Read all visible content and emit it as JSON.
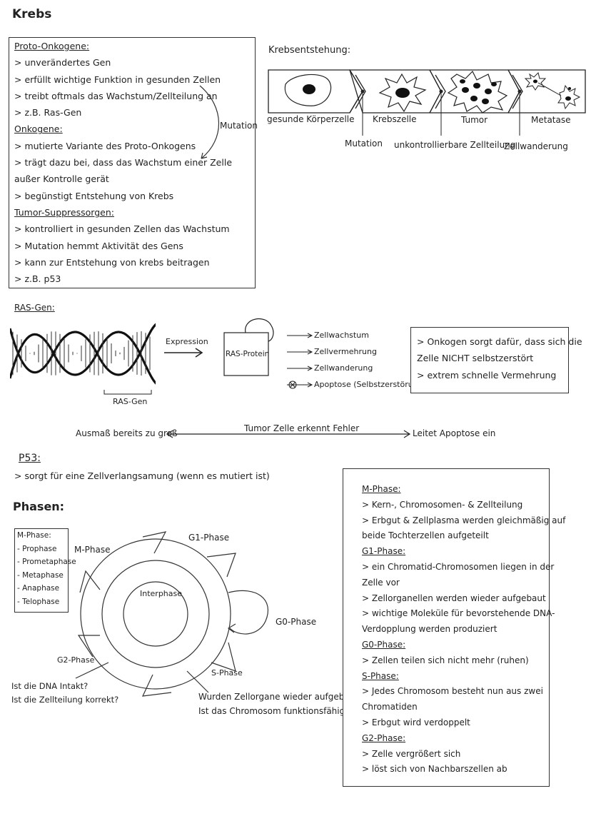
{
  "page_title": "Krebs",
  "onko_box": {
    "lines": [
      {
        "text": "Proto-Onkogene:",
        "heading": true
      },
      {
        "text": "> unverändertes Gen",
        "heading": false
      },
      {
        "text": "> erfüllt wichtige Funktion in gesunden Zellen",
        "heading": false
      },
      {
        "text": "> treibt oftmals das Wachstum/Zellteilung an",
        "heading": false
      },
      {
        "text": "> z.B. Ras-Gen",
        "heading": false
      },
      {
        "text": "Onkogene:",
        "heading": true
      },
      {
        "text": "> mutierte Variante des Proto-Onkogens",
        "heading": false
      },
      {
        "text": "> trägt dazu bei, dass das Wachstum einer Zelle",
        "heading": false
      },
      {
        "text": "außer Kontrolle gerät",
        "heading": false
      },
      {
        "text": "> begünstigt Entstehung von Krebs",
        "heading": false
      },
      {
        "text": "Tumor-Suppressorgen:",
        "heading": true
      },
      {
        "text": "> kontrolliert in gesunden Zellen das Wachstum",
        "heading": false
      },
      {
        "text": "> Mutation hemmt Aktivität des Gens",
        "heading": false
      },
      {
        "text": "> kann zur Entstehung von krebs beitragen",
        "heading": false
      },
      {
        "text": "> z.B. p53",
        "heading": false
      }
    ],
    "mutation_label": "Mutation"
  },
  "krebsentstehung": {
    "title": "Krebsentstehung:",
    "stages": [
      "gesunde Körperzelle",
      "Krebszelle",
      "Tumor",
      "Metatase"
    ],
    "transitions": [
      "Mutation",
      "unkontrollierbare Zellteilung",
      "Zellwanderung"
    ]
  },
  "ras": {
    "title": "RAS-Gen:",
    "gene_label": "RAS-Gen",
    "expression_label": "Expression",
    "protein_label": "RAS-Protein",
    "effects": [
      "Zellwachstum",
      "Zellvermehrung",
      "Zellwanderung",
      "Apoptose (Selbstzerstörung)"
    ],
    "note_lines": [
      "> Onkogen sorgt dafür, dass sich die",
      "Zelle NICHT selbstzerstört",
      "> extrem schnelle Vermehrung"
    ],
    "arrow_left": "Ausmaß bereits zu groß",
    "arrow_mid": "Tumor Zelle erkennt Fehler",
    "arrow_right": "Leitet Apoptose  ein"
  },
  "p53": {
    "title": "P53:",
    "text": "> sorgt für eine Zellverlangsamung (wenn es mutiert ist)"
  },
  "phasen": {
    "title": "Phasen:",
    "mphase_box": [
      "M-Phase:",
      "- Prophase",
      "- Prometaphase",
      "- Metaphase",
      "- Anaphase",
      "- Telophase"
    ],
    "cycle_labels": {
      "m": "M-Phase",
      "g1": "G1-Phase",
      "g0": "G0-Phase",
      "s": "S-Phase",
      "g2": "G2-Phase",
      "inter": "Interphase"
    },
    "g2_questions": [
      "Ist die DNA Intakt?",
      "Ist die Zellteilung korrekt?"
    ],
    "s_questions": [
      "Wurden Zellorgane wieder aufgebaut?",
      "Ist das Chromosom funktionsfähig"
    ]
  },
  "right_box": {
    "lines": [
      {
        "text": "M-Phase:",
        "heading": true
      },
      {
        "text": "> Kern-, Chromosomen- & Zellteilung",
        "heading": false
      },
      {
        "text": "> Erbgut & Zellplasma werden gleichmäßig auf",
        "heading": false
      },
      {
        "text": "beide Tochterzellen aufgeteilt",
        "heading": false
      },
      {
        "text": "G1-Phase:",
        "heading": true
      },
      {
        "text": "> ein Chromatid-Chromosomen liegen in der",
        "heading": false
      },
      {
        "text": "Zelle vor",
        "heading": false
      },
      {
        "text": "> Zellorganellen werden wieder aufgebaut",
        "heading": false
      },
      {
        "text": "> wichtige Moleküle für bevorstehende DNA-",
        "heading": false
      },
      {
        "text": "Verdopplung werden produziert",
        "heading": false
      },
      {
        "text": "G0-Phase:",
        "heading": true
      },
      {
        "text": "> Zellen teilen sich nicht mehr (ruhen)",
        "heading": false
      },
      {
        "text": "S-Phase:",
        "heading": true
      },
      {
        "text": "> Jedes Chromosom besteht nun aus zwei",
        "heading": false
      },
      {
        "text": "Chromatiden",
        "heading": false
      },
      {
        "text": "> Erbgut wird verdoppelt",
        "heading": false
      },
      {
        "text": "G2-Phase:",
        "heading": true
      },
      {
        "text": "> Zelle vergrößert sich",
        "heading": false
      },
      {
        "text": "> löst sich von Nachbarszellen ab",
        "heading": false
      }
    ]
  }
}
